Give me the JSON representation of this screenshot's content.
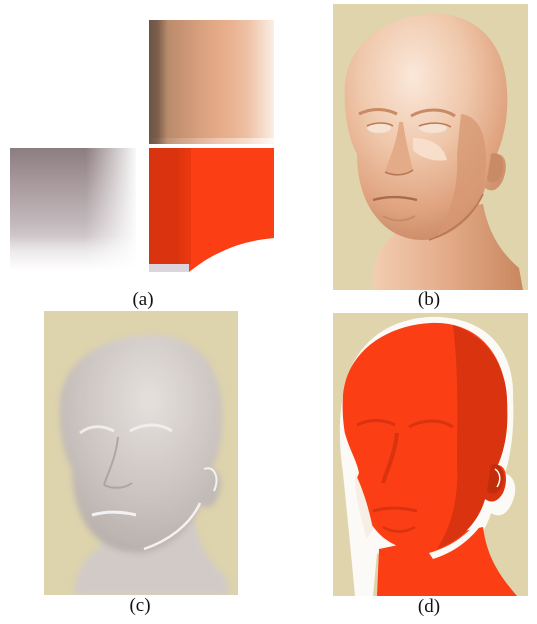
{
  "figure": {
    "captions": {
      "a": "(a)",
      "b": "(b)",
      "c": "(c)",
      "d": "(d)"
    }
  },
  "colors": {
    "background_tan": "#e0d4ac",
    "skin_light": "#f3d5bd",
    "skin_mid": "#e3ab88",
    "skin_dark": "#c98a66",
    "red_light": "#fb3e14",
    "red_dark": "#d9330f",
    "grey_shade": "#bdb7ba"
  }
}
